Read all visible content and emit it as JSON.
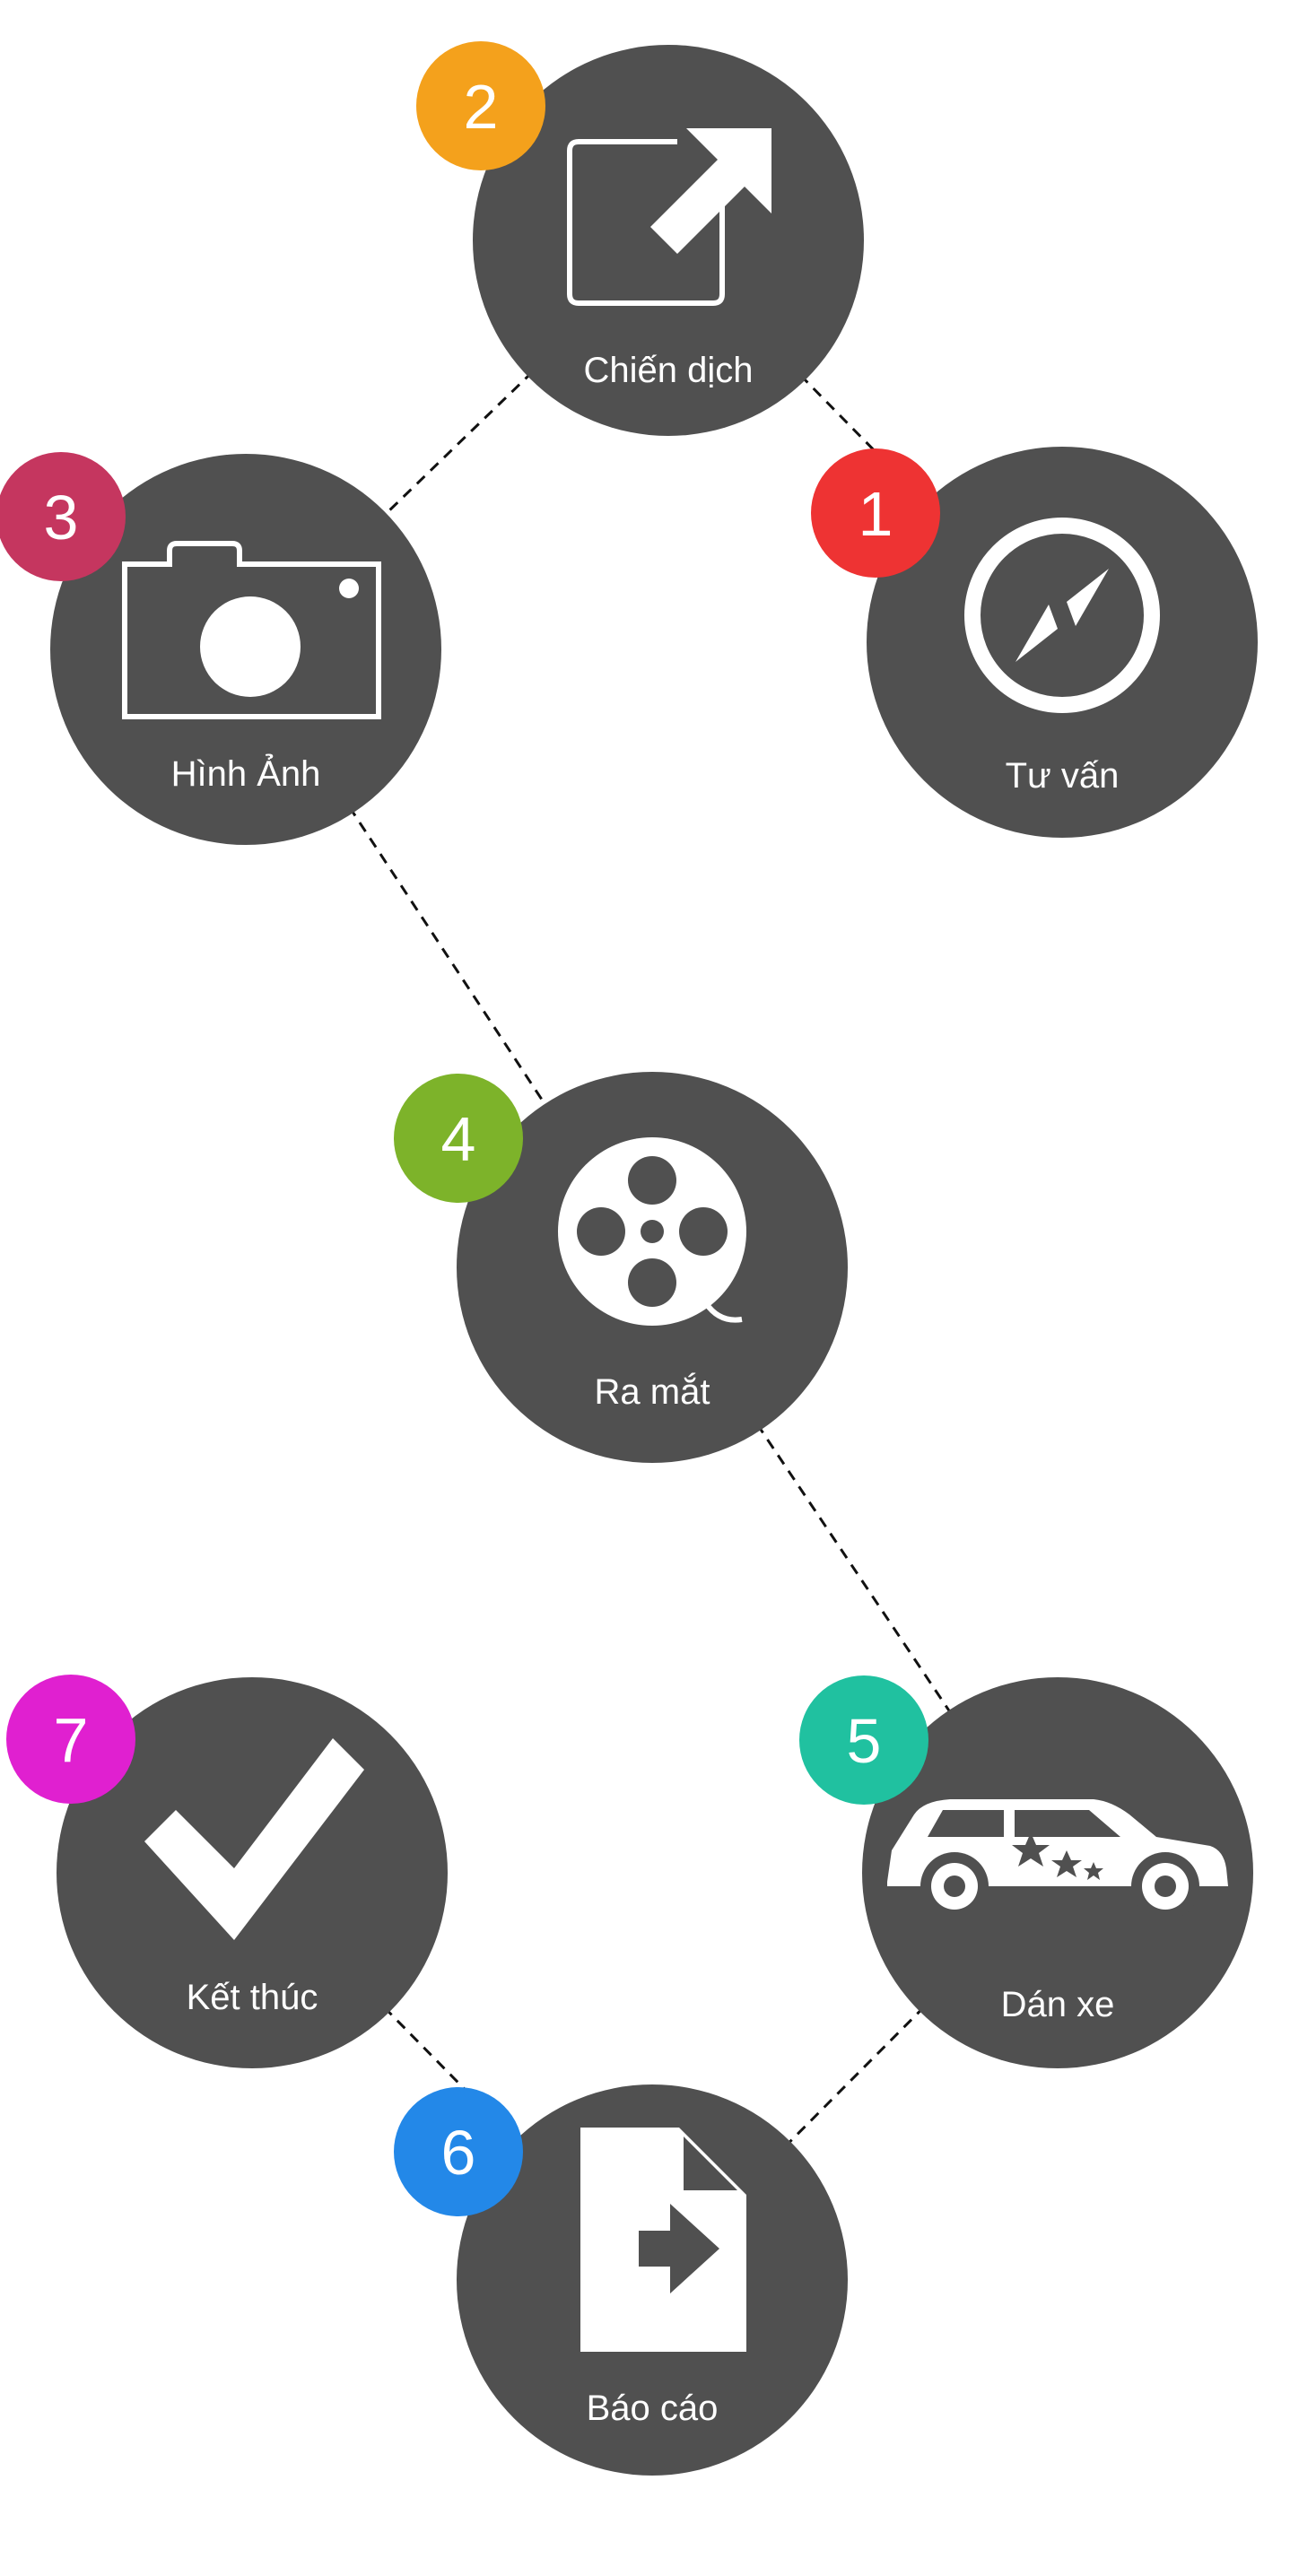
{
  "steps": [
    {
      "number": "1",
      "label": "Tư vấn",
      "icon": "compass-icon",
      "color": "#EE3333"
    },
    {
      "number": "2",
      "label": "Chiến dịch",
      "icon": "external-link-icon",
      "color": "#F4A11C"
    },
    {
      "number": "3",
      "label": "Hình Ảnh",
      "icon": "camera-icon",
      "color": "#C5365F"
    },
    {
      "number": "4",
      "label": "Ra mắt",
      "icon": "film-reel-icon",
      "color": "#7DB32A"
    },
    {
      "number": "5",
      "label": "Dán xe",
      "icon": "car-icon",
      "color": "#20C1A0"
    },
    {
      "number": "6",
      "label": "Báo cáo",
      "icon": "file-export-icon",
      "color": "#2388E8"
    },
    {
      "number": "7",
      "label": "Kết thúc",
      "icon": "checkmark-icon",
      "color": "#E020D0"
    }
  ],
  "colors": {
    "node": "#505050",
    "connector": "#111111"
  }
}
